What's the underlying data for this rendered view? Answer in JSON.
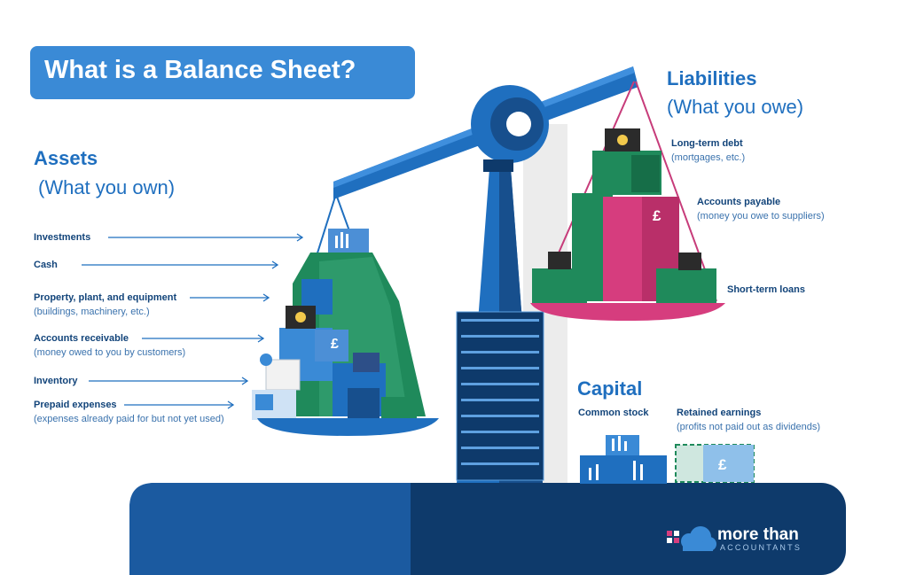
{
  "title": "What is a Balance Sheet?",
  "assets": {
    "heading": "Assets",
    "subheading": "(What you own)",
    "items": [
      {
        "label": "Investments",
        "note": ""
      },
      {
        "label": "Cash",
        "note": ""
      },
      {
        "label": "Property, plant, and equipment",
        "note": "(buildings, machinery, etc.)"
      },
      {
        "label": "Accounts receivable",
        "note": "(money owed to you by customers)"
      },
      {
        "label": "Inventory",
        "note": ""
      },
      {
        "label": "Prepaid expenses",
        "note": "(expenses already paid for but not yet used)"
      }
    ]
  },
  "liabilities": {
    "heading": "Liabilities",
    "subheading": "(What you owe)",
    "items": [
      {
        "label": "Long-term debt",
        "note": "(mortgages, etc.)"
      },
      {
        "label": "Accounts payable",
        "note": "(money you owe to suppliers)"
      },
      {
        "label": "Short-term loans",
        "note": ""
      }
    ]
  },
  "capital": {
    "heading": "Capital",
    "items": [
      {
        "label": "Common stock",
        "note": ""
      },
      {
        "label": "Retained earnings",
        "note": "(profits not paid out as dividends)"
      }
    ]
  },
  "currency_symbol": "£",
  "brand": {
    "name": "more than",
    "tagline": "ACCOUNTANTS"
  },
  "colors": {
    "primary_blue": "#1f6fbf",
    "title_box": "#3a8ad6",
    "dark_navy": "#0e3a6b",
    "green": "#1f8a5b",
    "pink": "#d63d7e"
  }
}
